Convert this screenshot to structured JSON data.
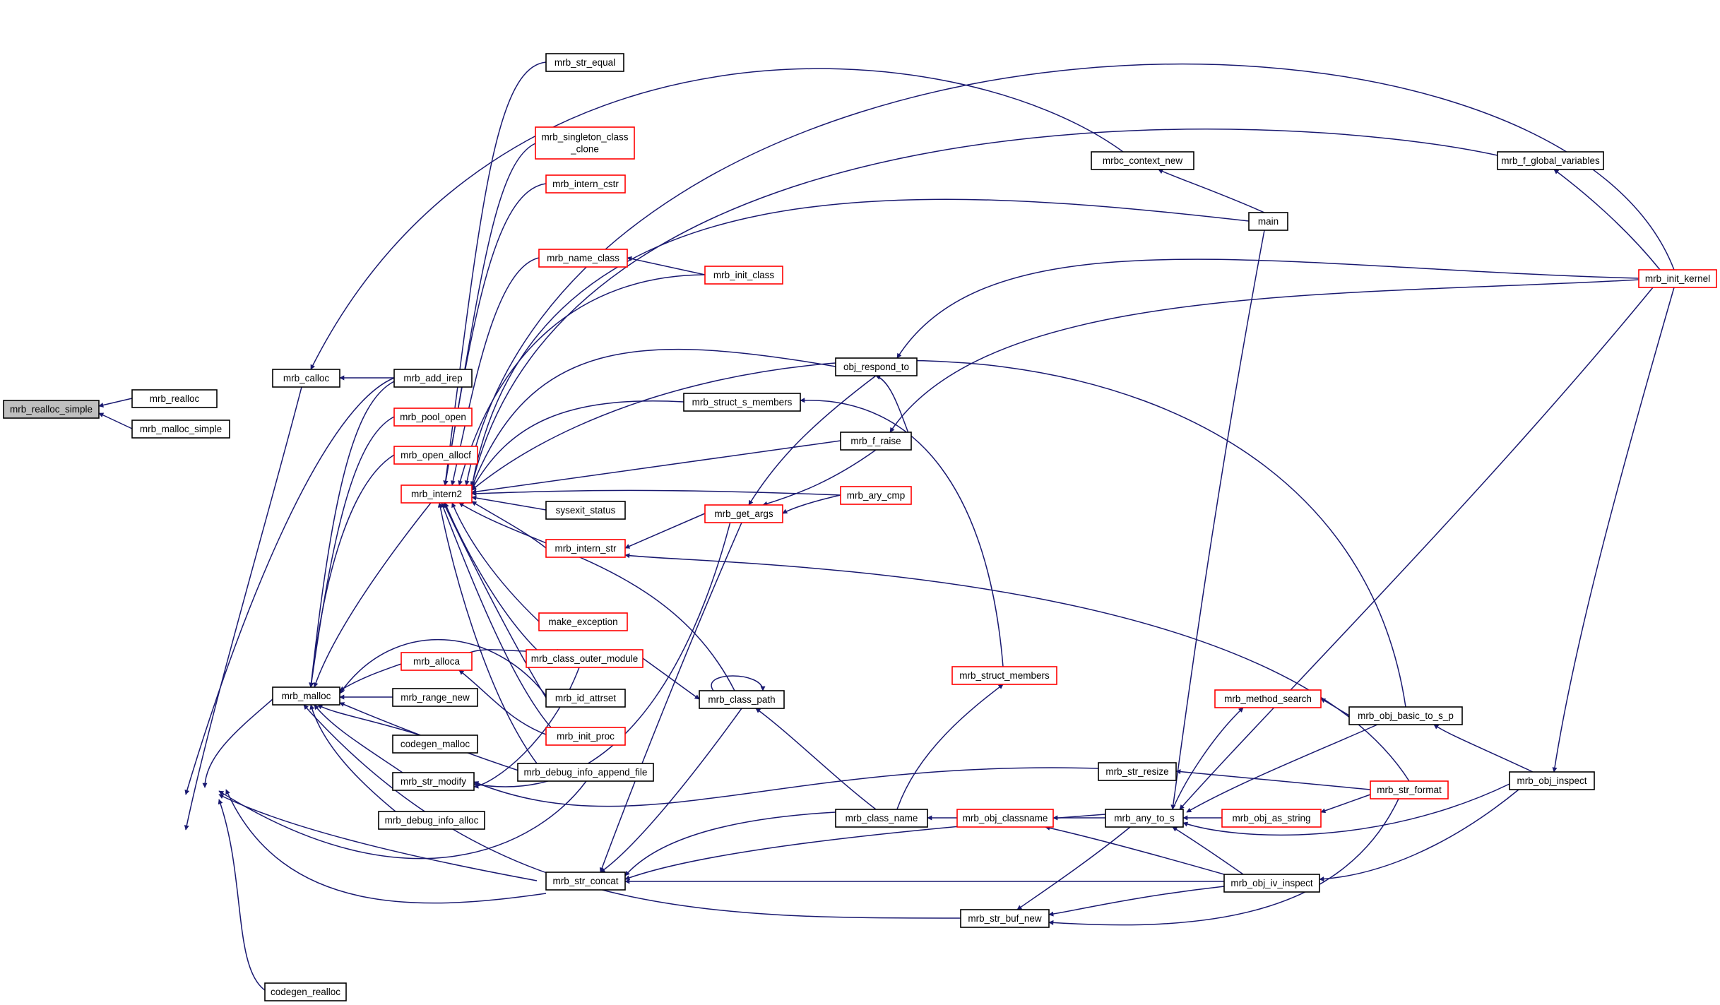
{
  "colors": {
    "edge": "#191970",
    "border_default": "#000000",
    "border_truncated": "#ff0000",
    "focus_fill": "#bfbfbf",
    "node_fill": "#ffffff"
  },
  "nodes": [
    {
      "id": "realloc_simple",
      "label": "mrb_realloc_simple",
      "border": "black",
      "focus": true
    },
    {
      "id": "realloc",
      "label": "mrb_realloc",
      "border": "black"
    },
    {
      "id": "malloc_simple",
      "label": "mrb_malloc_simple",
      "border": "black"
    },
    {
      "id": "calloc",
      "label": "mrb_calloc",
      "border": "black"
    },
    {
      "id": "malloc",
      "label": "mrb_malloc",
      "border": "black"
    },
    {
      "id": "codegen_realloc",
      "label": "codegen_realloc",
      "border": "black"
    },
    {
      "id": "add_irep",
      "label": "mrb_add_irep",
      "border": "black"
    },
    {
      "id": "pool_open",
      "label": "mrb_pool_open",
      "border": "red"
    },
    {
      "id": "open_allocf",
      "label": "mrb_open_allocf",
      "border": "red"
    },
    {
      "id": "intern2",
      "label": "mrb_intern2",
      "border": "red"
    },
    {
      "id": "alloca",
      "label": "mrb_alloca",
      "border": "red"
    },
    {
      "id": "range_new",
      "label": "mrb_range_new",
      "border": "black"
    },
    {
      "id": "codegen_malloc",
      "label": "codegen_malloc",
      "border": "black"
    },
    {
      "id": "str_modify",
      "label": "mrb_str_modify",
      "border": "black"
    },
    {
      "id": "debug_info_alloc",
      "label": "mrb_debug_info_alloc",
      "border": "black"
    },
    {
      "id": "str_equal",
      "label": "mrb_str_equal",
      "border": "black"
    },
    {
      "id": "singleton_class_clone",
      "label": "mrb_singleton_class\n_clone",
      "border": "red"
    },
    {
      "id": "intern_cstr",
      "label": "mrb_intern_cstr",
      "border": "red"
    },
    {
      "id": "name_class",
      "label": "mrb_name_class",
      "border": "red"
    },
    {
      "id": "sysexit_status",
      "label": "sysexit_status",
      "border": "black"
    },
    {
      "id": "intern_str",
      "label": "mrb_intern_str",
      "border": "red"
    },
    {
      "id": "make_exception",
      "label": "make_exception",
      "border": "red"
    },
    {
      "id": "class_outer_module",
      "label": "mrb_class_outer_module",
      "border": "red"
    },
    {
      "id": "id_attrset",
      "label": "mrb_id_attrset",
      "border": "black"
    },
    {
      "id": "init_proc",
      "label": "mrb_init_proc",
      "border": "red"
    },
    {
      "id": "debug_info_append_file",
      "label": "mrb_debug_info_append_file",
      "border": "black"
    },
    {
      "id": "str_concat",
      "label": "mrb_str_concat",
      "border": "black"
    },
    {
      "id": "init_class",
      "label": "mrb_init_class",
      "border": "red"
    },
    {
      "id": "struct_s_members",
      "label": "mrb_struct_s_members",
      "border": "black"
    },
    {
      "id": "obj_respond_to",
      "label": "obj_respond_to",
      "border": "black"
    },
    {
      "id": "f_raise",
      "label": "mrb_f_raise",
      "border": "black"
    },
    {
      "id": "get_args",
      "label": "mrb_get_args",
      "border": "red"
    },
    {
      "id": "ary_cmp",
      "label": "mrb_ary_cmp",
      "border": "red"
    },
    {
      "id": "class_path",
      "label": "mrb_class_path",
      "border": "black"
    },
    {
      "id": "class_name",
      "label": "mrb_class_name",
      "border": "black"
    },
    {
      "id": "struct_members",
      "label": "mrb_struct_members",
      "border": "red"
    },
    {
      "id": "str_buf_new",
      "label": "mrb_str_buf_new",
      "border": "black"
    },
    {
      "id": "obj_classname",
      "label": "mrb_obj_classname",
      "border": "red"
    },
    {
      "id": "mrbc_context_new",
      "label": "mrbc_context_new",
      "border": "black"
    },
    {
      "id": "main",
      "label": "main",
      "border": "black"
    },
    {
      "id": "method_search",
      "label": "mrb_method_search",
      "border": "red"
    },
    {
      "id": "str_resize",
      "label": "mrb_str_resize",
      "border": "black"
    },
    {
      "id": "any_to_s",
      "label": "mrb_any_to_s",
      "border": "black"
    },
    {
      "id": "obj_as_string",
      "label": "mrb_obj_as_string",
      "border": "red"
    },
    {
      "id": "obj_iv_inspect",
      "label": "mrb_obj_iv_inspect",
      "border": "black"
    },
    {
      "id": "obj_basic_to_s_p",
      "label": "mrb_obj_basic_to_s_p",
      "border": "black"
    },
    {
      "id": "str_format",
      "label": "mrb_str_format",
      "border": "red"
    },
    {
      "id": "f_global_variables",
      "label": "mrb_f_global_variables",
      "border": "black"
    },
    {
      "id": "init_kernel",
      "label": "mrb_init_kernel",
      "border": "red"
    },
    {
      "id": "obj_inspect",
      "label": "mrb_obj_inspect",
      "border": "black"
    }
  ]
}
